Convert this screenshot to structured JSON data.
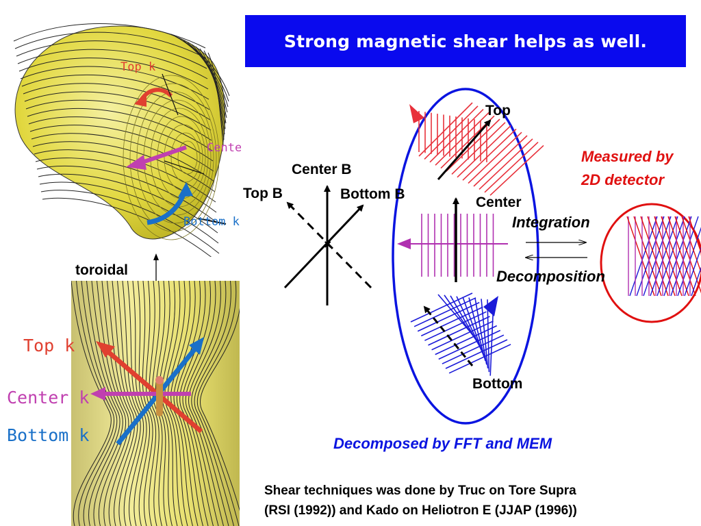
{
  "slide": {
    "title": "Strong magnetic shear helps as well.",
    "title_bg_color": "#0a0aee"
  },
  "left_panels": {
    "top_view": {
      "label_top_k": "Top k",
      "label_center_k": "Cente",
      "label_bottom_k": "Bottom k",
      "surface_color": "#e6e04a"
    },
    "toroidal_label": "toroidal",
    "bottom_view": {
      "label_top_k": "Top k",
      "label_center_k": "Center k",
      "label_bottom_k": "Bottom k"
    }
  },
  "field_diagram": {
    "center_b": "Center B",
    "top_b": "Top B",
    "bottom_b": "Bottom B"
  },
  "ellipse_diagram": {
    "top": "Top",
    "center": "Center",
    "bottom": "Bottom",
    "integration": "Integration",
    "decomposition": "Decomposition",
    "measured_line1": "Measured by",
    "measured_line2": "2D detector",
    "decomposed_caption": "Decomposed by FFT and MEM"
  },
  "footnote": {
    "line1": "Shear techniques was done by Truc on Tore Supra",
    "line2": "(RSI (1992)) and Kado on Heliotron E (JJAP (1996))"
  },
  "colors": {
    "top": "#e8303a",
    "center": "#b030b0",
    "bottom": "#1a1ad8",
    "ellipse_blue": "#0a14e0",
    "ellipse_red": "#e01010",
    "k_top": "#e04030",
    "k_center": "#c040b0",
    "k_bottom": "#1a70c8"
  }
}
